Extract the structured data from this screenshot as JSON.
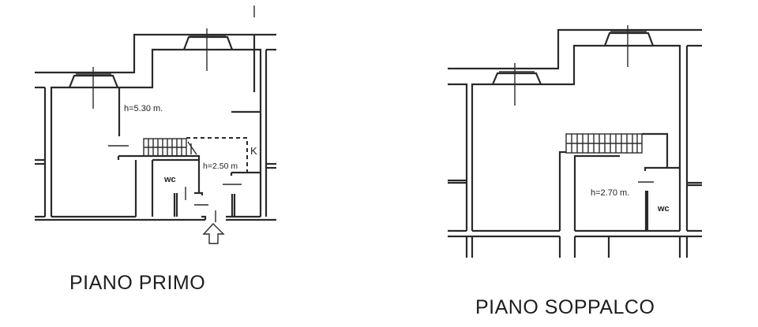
{
  "plans": [
    {
      "title": "PIANO PRIMO",
      "labels": {
        "main_height": "h=5.30 m.",
        "sub_height": "h=2.50 m",
        "kitchen": "K",
        "bathroom": "wc"
      },
      "entrance_icon": "arrow-up-icon"
    },
    {
      "title": "PIANO SOPPALCO",
      "labels": {
        "height": "h=2.70 m.",
        "bathroom": "wc"
      }
    }
  ],
  "colors": {
    "line": "#2a2a2a",
    "background": "#ffffff"
  }
}
